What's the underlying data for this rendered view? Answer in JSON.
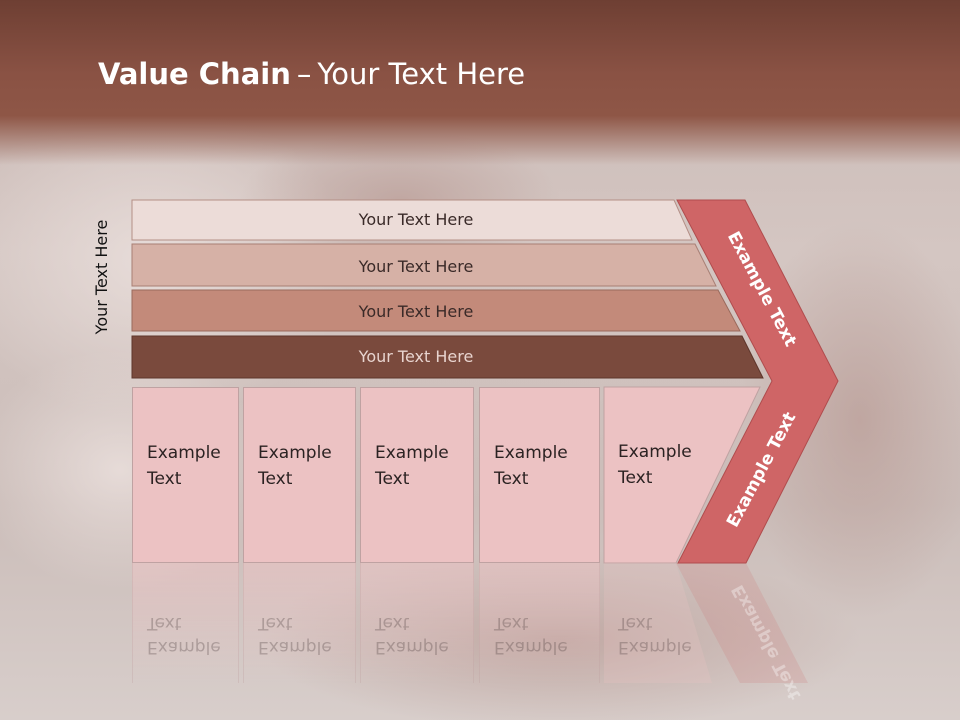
{
  "title": {
    "bold": "Value Chain",
    "separator": "–",
    "rest": "Your Text Here"
  },
  "side_label": "Your Text Here",
  "bands": [
    {
      "label": "Your Text Here",
      "color": "#ecdcd8"
    },
    {
      "label": "Your Text Here",
      "color": "#d6b1a6"
    },
    {
      "label": "Your Text Here",
      "color": "#c38a7a"
    },
    {
      "label": "Your Text Here",
      "color": "#7a4a3d"
    }
  ],
  "arrow": {
    "upper_label": "Example Text",
    "lower_label": "Example Text",
    "color": "#cf6566"
  },
  "columns": [
    {
      "line1": "Example",
      "line2": "Text"
    },
    {
      "line1": "Example",
      "line2": "Text"
    },
    {
      "line1": "Example",
      "line2": "Text"
    },
    {
      "line1": "Example",
      "line2": "Text"
    },
    {
      "line1": "Example",
      "line2": "Text"
    }
  ],
  "colors": {
    "title_band": "#8a5244",
    "column_fill": "#ecc2c3"
  }
}
